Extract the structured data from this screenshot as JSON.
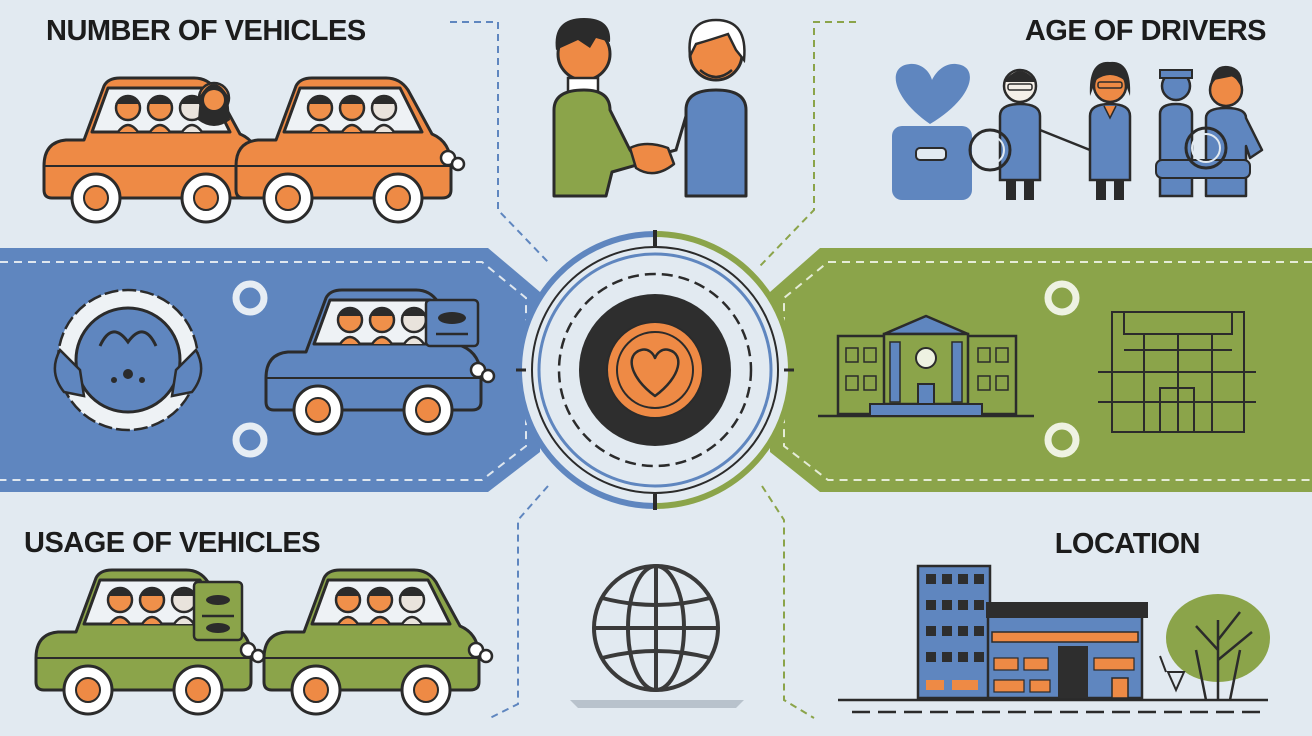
{
  "labels": {
    "number_of_vehicles": "NUMBER OF VEHICLES",
    "age_of_drivers": "AGE OF DRIVERS",
    "usage_of_vehicles": "USAGE OF VEHICLES",
    "location": "LOCATION"
  },
  "colors": {
    "background": "#e2eaf1",
    "blue": "#5f86bf",
    "green": "#8ba44a",
    "orange": "#ee8a45",
    "outline": "#2b2b2b",
    "hub_dark": "#2e2e2e"
  },
  "icons": {
    "hub": "heart-icon",
    "bottom_center": "globe-icon",
    "top_center": "handshake-icon"
  }
}
